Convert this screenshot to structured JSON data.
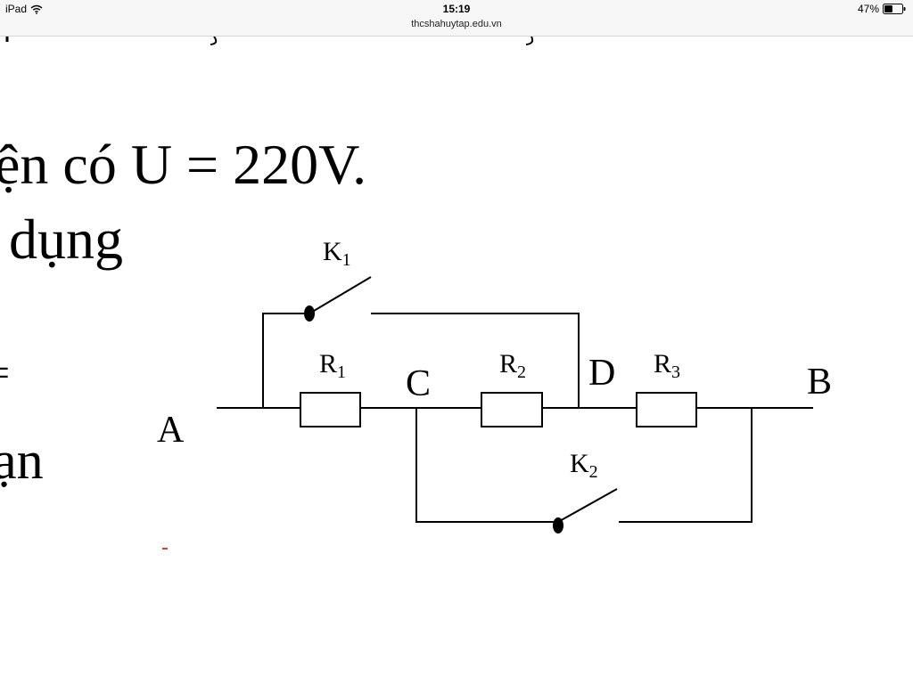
{
  "status_bar": {
    "device": "iPad",
    "time": "15:19",
    "battery": "47%",
    "battery_level": 0.47,
    "url": "thcshahuytap.edu.vn",
    "icons": [
      "wifi-icon",
      "battery-icon"
    ]
  },
  "lesson": {
    "line_1": "ện có U = 220V.",
    "line_2": "dụng",
    "line_3": "=",
    "line_4": "ạn"
  },
  "circuit": {
    "node_a": "A",
    "node_b": "B",
    "node_c": "C",
    "node_d": "D",
    "switch_1": {
      "letter": "K",
      "sub": "1"
    },
    "switch_2": {
      "letter": "K",
      "sub": "2"
    },
    "resistor_1": {
      "letter": "R",
      "sub": "1"
    },
    "resistor_2": {
      "letter": "R",
      "sub": "2"
    },
    "resistor_3": {
      "letter": "R",
      "sub": "3"
    }
  }
}
